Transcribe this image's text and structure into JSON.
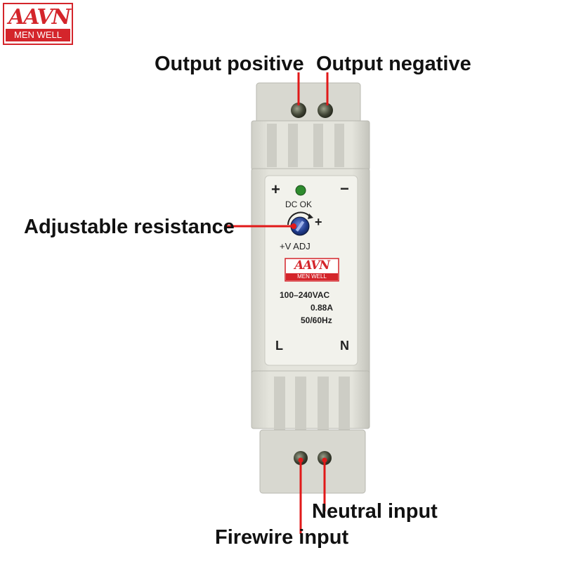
{
  "brand": {
    "mark": "AAVN",
    "sub": "MEN WELL"
  },
  "callouts": {
    "output_positive": "Output positive",
    "output_negative": "Output negative",
    "adjustable_resistance": "Adjustable resistance",
    "neutral_input": "Neutral input",
    "firewire_input": "Firewire input"
  },
  "device": {
    "plus": "+",
    "minus": "−",
    "dc_ok": "DC OK",
    "adj_plus": "+",
    "v_adj": "+V ADJ",
    "logo_mark": "AAVN",
    "logo_sub": "MEN WELL",
    "spec_voltage": "100–240VAC",
    "spec_current": "0.88A",
    "spec_freq": "50/60Hz",
    "terminal_l": "L",
    "terminal_n": "N"
  },
  "colors": {
    "accent_red": "#e11919",
    "brand_red": "#d4252b",
    "led_green": "#2e8b2e",
    "pot_blue": "#1f3a8a"
  }
}
